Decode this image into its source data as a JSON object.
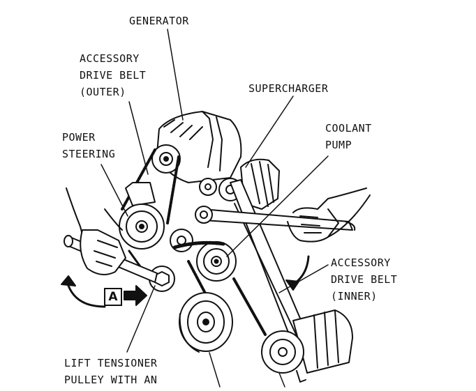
{
  "labels": {
    "generator": "GENERATOR",
    "belt_outer": [
      "ACCESSORY",
      "DRIVE BELT",
      "(OUTER)"
    ],
    "supercharger": "SUPERCHARGER",
    "coolant_pump": [
      "COOLANT",
      "PUMP"
    ],
    "power_steering": [
      "POWER",
      "STEERING"
    ],
    "belt_inner": [
      "ACCESSORY",
      "DRIVE BELT",
      "(INNER)"
    ],
    "lift_tensioner": [
      "LIFT TENSIONER",
      "PULLEY WITH AN"
    ],
    "view_marker": "A"
  },
  "colors": {
    "ink": "#111111",
    "background": "#ffffff"
  }
}
